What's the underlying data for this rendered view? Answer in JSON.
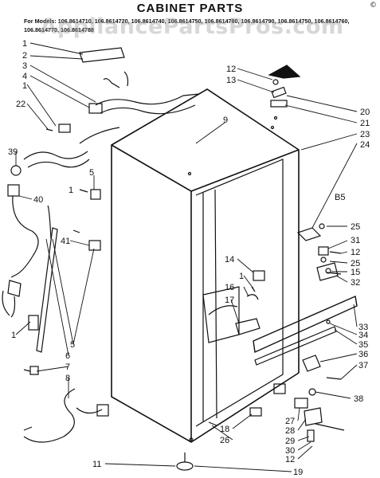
{
  "header": {
    "title": "CABINET PARTS",
    "models": "For Models: 106.8614710, 106.8614720, 106.8614740, 106.8614750, 106.8614780, 106.8614790, 106.8614750, 106.8614760, 106.8614770, 106.8614788",
    "watermark": "AppliancePartsPros.com",
    "copyright_mark": "©"
  },
  "diagram": {
    "section_code": "B5",
    "callouts": [
      {
        "id": "c1a",
        "label": "1"
      },
      {
        "id": "c2",
        "label": "2"
      },
      {
        "id": "c3",
        "label": "3"
      },
      {
        "id": "c4",
        "label": "4"
      },
      {
        "id": "c1b",
        "label": "1"
      },
      {
        "id": "c22",
        "label": "22"
      },
      {
        "id": "c39",
        "label": "39"
      },
      {
        "id": "c40",
        "label": "40"
      },
      {
        "id": "c5a",
        "label": "5"
      },
      {
        "id": "c1c",
        "label": "1"
      },
      {
        "id": "c41",
        "label": "41"
      },
      {
        "id": "c1d",
        "label": "1"
      },
      {
        "id": "c5b",
        "label": "5"
      },
      {
        "id": "c6",
        "label": "6"
      },
      {
        "id": "c7",
        "label": "7"
      },
      {
        "id": "c8",
        "label": "8"
      },
      {
        "id": "c11",
        "label": "11"
      },
      {
        "id": "c9",
        "label": "9"
      },
      {
        "id": "c12a",
        "label": "12"
      },
      {
        "id": "c13",
        "label": "13"
      },
      {
        "id": "c20",
        "label": "20"
      },
      {
        "id": "c21",
        "label": "21"
      },
      {
        "id": "c23",
        "label": "23"
      },
      {
        "id": "c24",
        "label": "24"
      },
      {
        "id": "c25a",
        "label": "25"
      },
      {
        "id": "c31",
        "label": "31"
      },
      {
        "id": "c12b",
        "label": "12"
      },
      {
        "id": "c25b",
        "label": "25"
      },
      {
        "id": "c15",
        "label": "15"
      },
      {
        "id": "c32",
        "label": "32"
      },
      {
        "id": "c14",
        "label": "14"
      },
      {
        "id": "c1e",
        "label": "1"
      },
      {
        "id": "c16",
        "label": "16"
      },
      {
        "id": "c17",
        "label": "17"
      },
      {
        "id": "c33",
        "label": "33"
      },
      {
        "id": "c34",
        "label": "34"
      },
      {
        "id": "c35",
        "label": "35"
      },
      {
        "id": "c36",
        "label": "36"
      },
      {
        "id": "c37",
        "label": "37"
      },
      {
        "id": "c38",
        "label": "38"
      },
      {
        "id": "c27",
        "label": "27"
      },
      {
        "id": "c28",
        "label": "28"
      },
      {
        "id": "c29",
        "label": "29"
      },
      {
        "id": "c30",
        "label": "30"
      },
      {
        "id": "c12c",
        "label": "12"
      },
      {
        "id": "c19",
        "label": "19"
      },
      {
        "id": "c18",
        "label": "18"
      },
      {
        "id": "c26",
        "label": "26"
      }
    ]
  }
}
